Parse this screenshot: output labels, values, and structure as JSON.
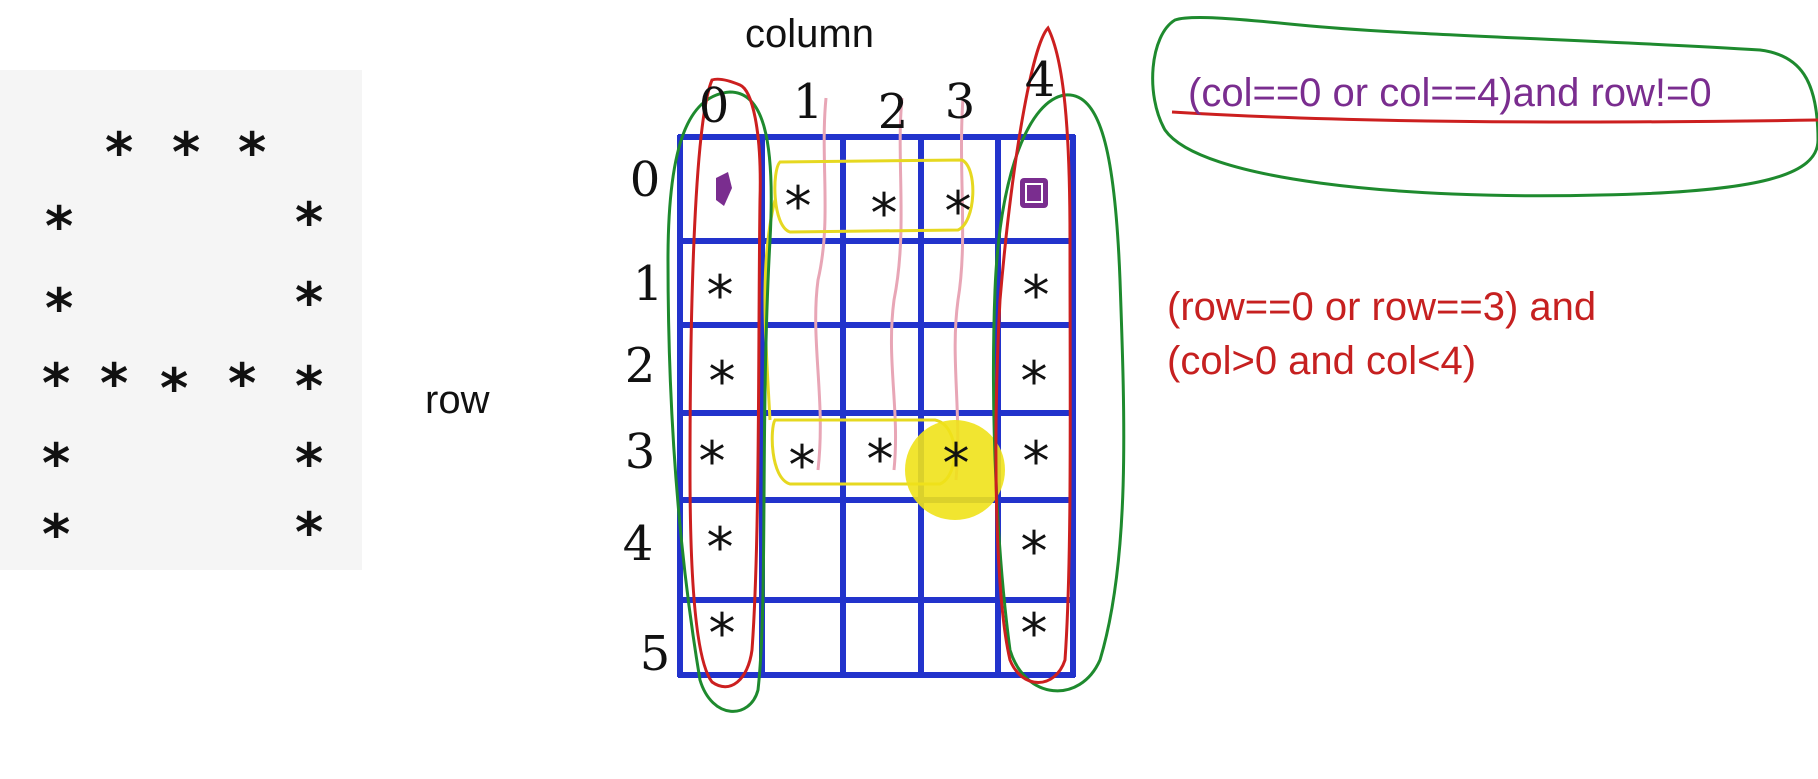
{
  "axis_labels": {
    "row": "row",
    "column": "column"
  },
  "pattern": {
    "rows": [
      " *** ",
      "*   *",
      "*   *",
      "*****",
      "*   *",
      "*   *"
    ]
  },
  "grid": {
    "column_indices": [
      "0",
      "1",
      "2",
      "3",
      "4"
    ],
    "row_indices": [
      "0",
      "1",
      "2",
      "3",
      "4",
      "5"
    ],
    "cells": [
      [
        "",
        "*",
        "*",
        "*",
        ""
      ],
      [
        "*",
        "",
        "",
        "",
        "*"
      ],
      [
        "*",
        "",
        "",
        "",
        "*"
      ],
      [
        "*",
        "*",
        "*",
        "*",
        "*"
      ],
      [
        "*",
        "",
        "",
        "",
        "*"
      ],
      [
        "*",
        "",
        "",
        "",
        "*"
      ]
    ]
  },
  "conditions": {
    "columns": "(col==0 or col==4)and row!=0",
    "rows_line1": "(row==0 or row==3) and",
    "rows_line2": "(col>0 and col<4)"
  },
  "colors": {
    "grid": "#2233cc",
    "red": "#cc1f1f",
    "green": "#1e8a2e",
    "yellow": "#e6d820",
    "pink": "#e8a6b6",
    "purple": "#7a2d8f"
  }
}
